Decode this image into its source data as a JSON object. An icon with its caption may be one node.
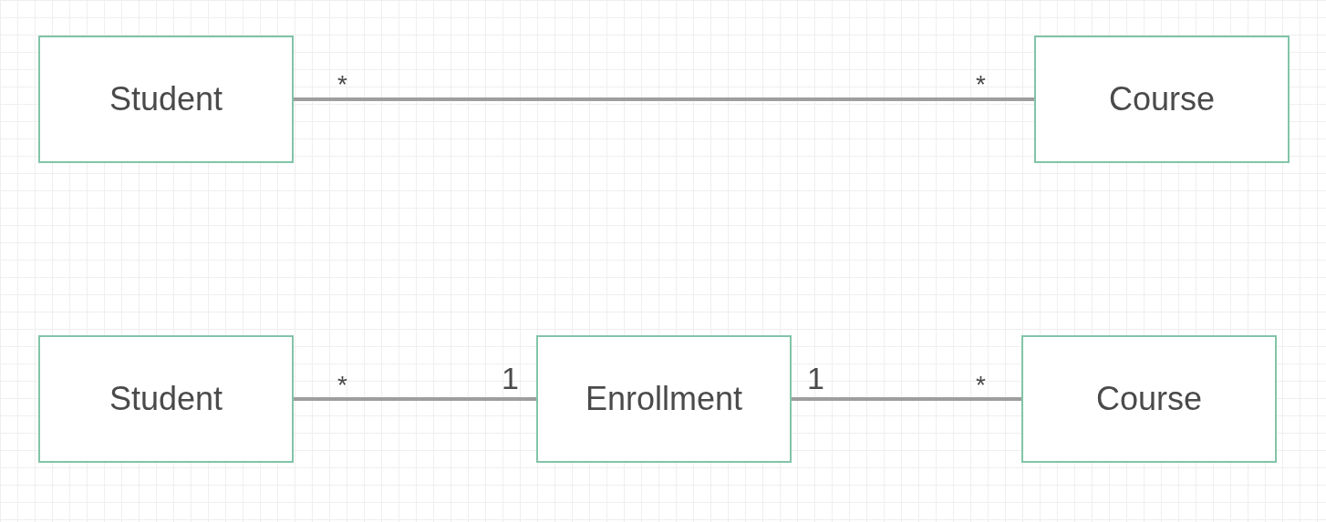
{
  "diagram": {
    "nodes": [
      {
        "text": [
          "Student"
        ]
      },
      {
        "text": [
          "Course"
        ]
      },
      {
        "text": [
          "Student"
        ]
      },
      {
        "text": [
          "Enrollment"
        ]
      },
      {
        "text": [
          "Course"
        ]
      }
    ],
    "edges": [
      {
        "from": 0,
        "to": 1,
        "arrow": "none"
      },
      {
        "from": 2,
        "to": 3,
        "arrow": "none"
      },
      {
        "from": 3,
        "to": 4,
        "arrow": "none"
      }
    ],
    "labels": [
      "*",
      "*",
      "*",
      "1",
      "1",
      "*"
    ]
  }
}
